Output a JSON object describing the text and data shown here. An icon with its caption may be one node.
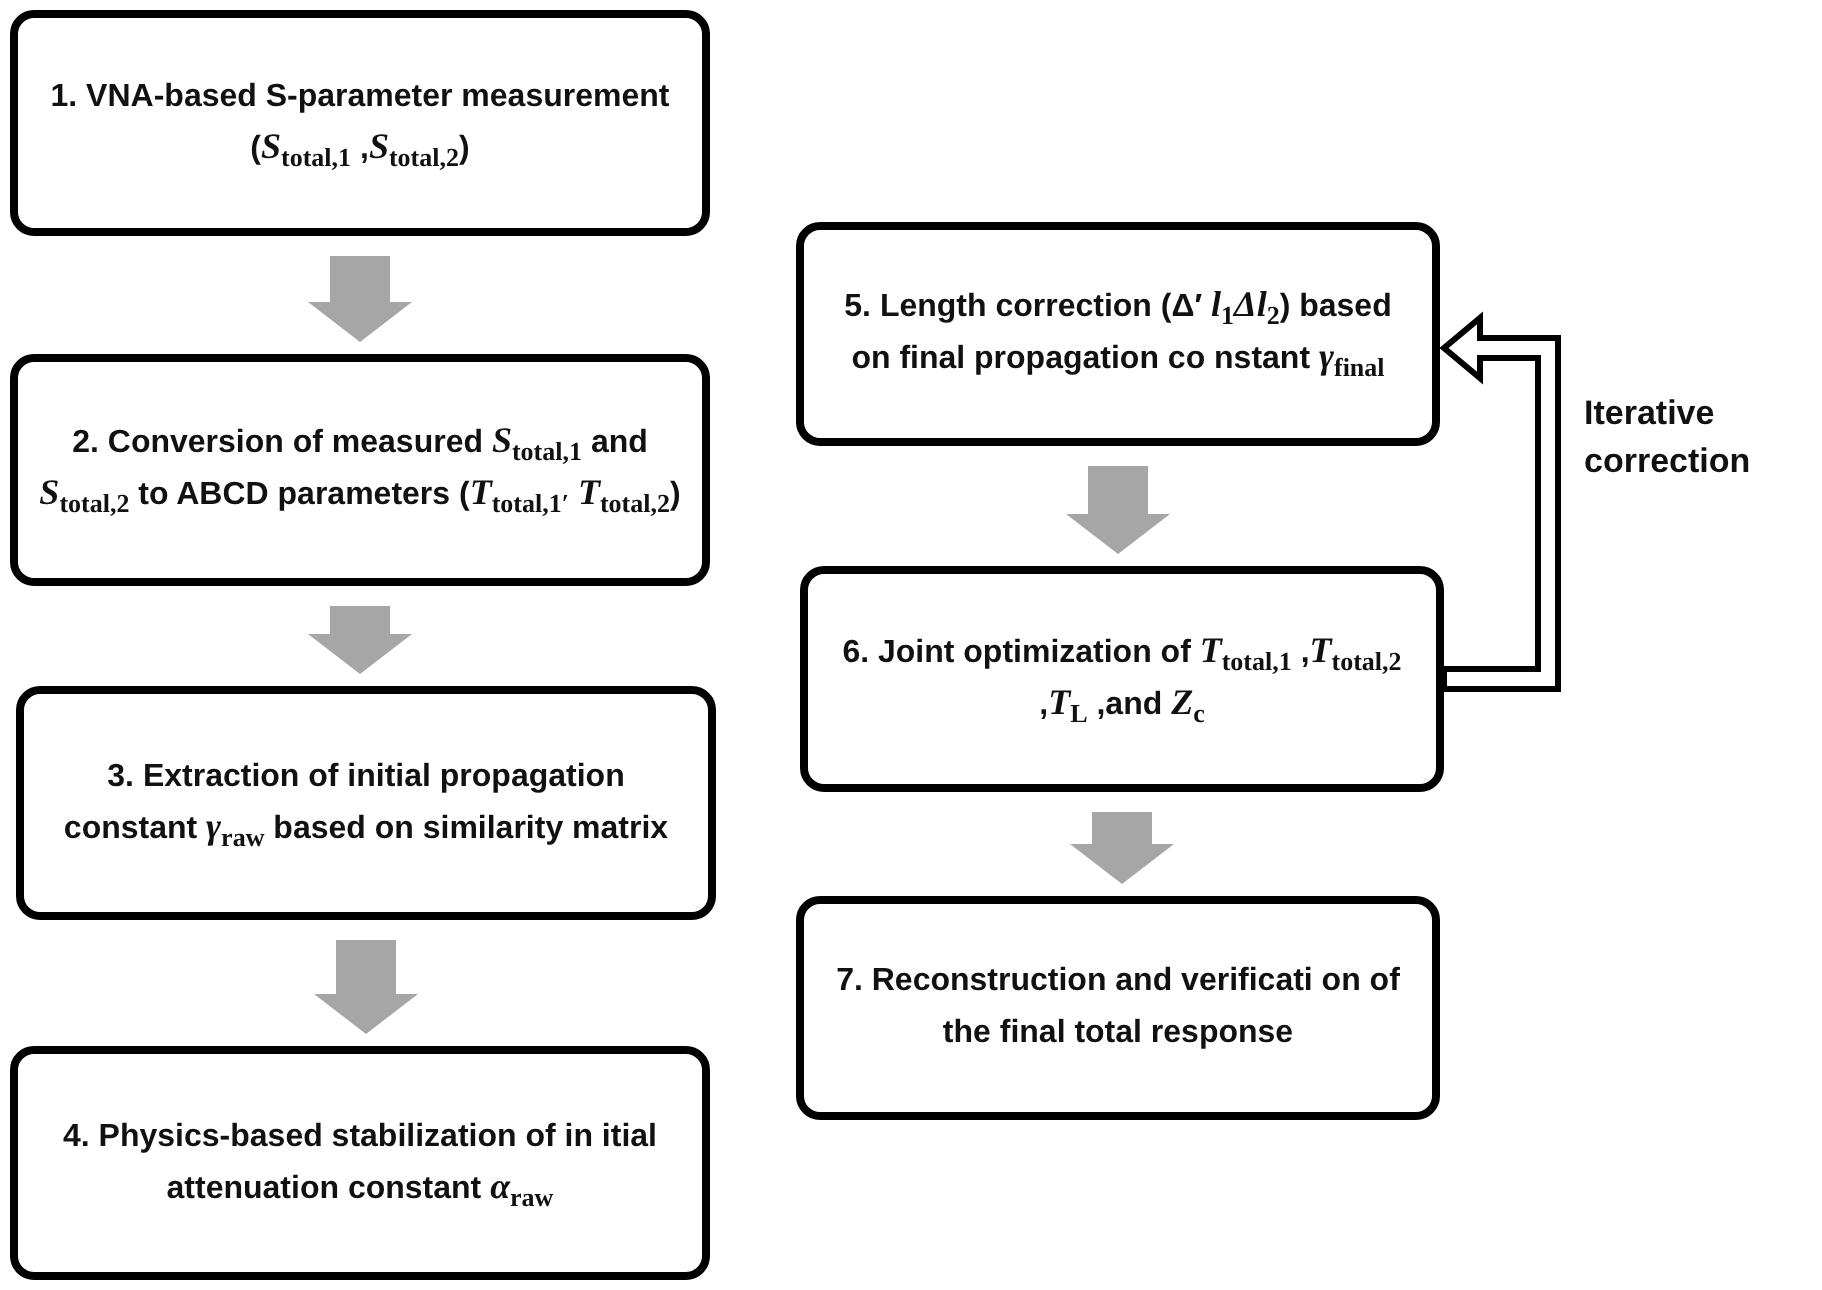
{
  "diagram": {
    "nodes": [
      {
        "text": [
          "1. VNA-based S-parameter measurement (*S*$_{total,1}$ ,*S*$_{total,2}$)"
        ]
      },
      {
        "text": [
          "2. Conversion of measured *S*$_{total,1}$ and *S*$_{total,2}$ to ABCD parameters (*T*$_{total,1′}$ *T*$_{total,2}$)"
        ]
      },
      {
        "text": [
          "3. Extraction of initial propagation constant *γ*$_{raw}$ based on similarity matrix"
        ]
      },
      {
        "text": [
          "4. Physics-based stabilization of in itial attenuation constant *α*$_{raw}$"
        ]
      },
      {
        "text": [
          "5. Length correction (Δ′ *l*$_{1}$*Δl*$_{2}$) based on final propagation co nstant *γ*$_{final}$"
        ]
      },
      {
        "text": [
          "6. Joint optimization of *T*$_{total,1}$ ,*T*$_{total,2}$ ,*T*$_{L}$ ,and *Z*$_{c}$"
        ]
      },
      {
        "text": [
          "7. Reconstruction and verificati on of the final total response"
        ]
      }
    ],
    "edges": [
      {
        "from": 0,
        "to": 1,
        "arrow": "to"
      },
      {
        "from": 1,
        "to": 2,
        "arrow": "to"
      },
      {
        "from": 2,
        "to": 3,
        "arrow": "to"
      },
      {
        "from": 4,
        "to": 5,
        "arrow": "to"
      },
      {
        "from": 5,
        "to": 6,
        "arrow": "to"
      },
      {
        "from": 5,
        "to": 4,
        "arrow": "to",
        "label": "Iterative correction",
        "color": "#000000"
      }
    ]
  }
}
